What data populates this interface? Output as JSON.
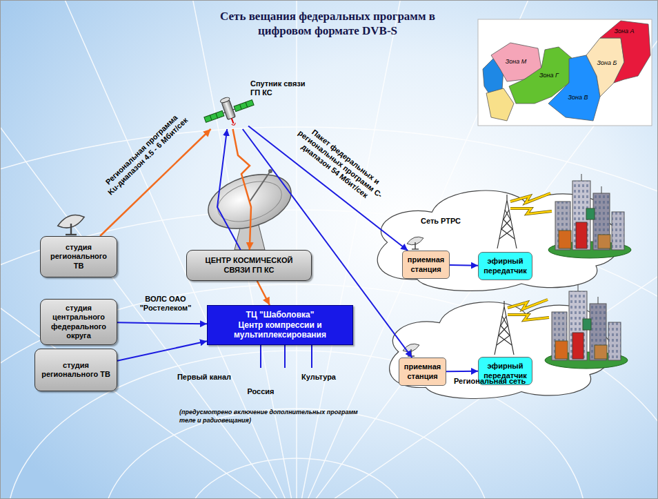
{
  "diagram": {
    "title": "Сеть вещания федеральных программ в цифровом формате DVB-S",
    "nodes": [
      {
        "text": [
          "Спутник связи ГП КС"
        ]
      },
      {
        "text": [
          "студия регионального ТВ"
        ]
      },
      {
        "text": [
          "ЦЕНТР КОСМИЧЕСКОЙ СВЯЗИ ГП КС"
        ]
      },
      {
        "text": [
          "студия центрального федерального округа"
        ]
      },
      {
        "text": [
          "ТЦ \"Шаболовка\"",
          "Центр компрессии и мультиплексирования"
        ]
      },
      {
        "text": [
          "студия регионального ТВ"
        ]
      },
      {
        "text": [
          "Сеть РТРС"
        ]
      },
      {
        "text": [
          "приемная станция"
        ],
        "in": 6
      },
      {
        "text": [
          "эфирный передатчик"
        ],
        "in": 6
      },
      {
        "text": [
          "Региональная сеть"
        ]
      },
      {
        "text": [
          "приемная станция"
        ],
        "in": 9
      },
      {
        "text": [
          "эфирный передатчик"
        ],
        "in": 9
      }
    ],
    "edges": [
      {
        "from": 1,
        "to": 0,
        "arrow": "to",
        "label": "Региональная программа Ku-диапазон 4.5 - 6 Мбит/сек"
      },
      {
        "from": 0,
        "to": 2,
        "arrow": "to"
      },
      {
        "from": 2,
        "to": 0,
        "arrow": "to"
      },
      {
        "from": 0,
        "to": 7,
        "arrow": "to",
        "label": "Пакет федеральных и региональных программ С-диапазон 54 Мбит/сек"
      },
      {
        "from": 0,
        "to": 10,
        "arrow": "to"
      },
      {
        "from": 2,
        "to": 4,
        "arrow": "to"
      },
      {
        "from": 3,
        "to": 4,
        "arrow": "to",
        "label": "ВОЛС ОАО \"Ростелеком\""
      },
      {
        "from": 5,
        "to": 4,
        "arrow": "to"
      },
      {
        "from": 7,
        "to": 8,
        "arrow": "to"
      },
      {
        "from": 10,
        "to": 11,
        "arrow": "to"
      }
    ],
    "labels": [
      "Зона А",
      "Зона М",
      "Зона Г",
      "Зона Б",
      "Зона В",
      "Первый канал",
      "Россия",
      "Культура",
      "(предусмотрено включение дополнительных программ теле и радиовещания)"
    ]
  }
}
